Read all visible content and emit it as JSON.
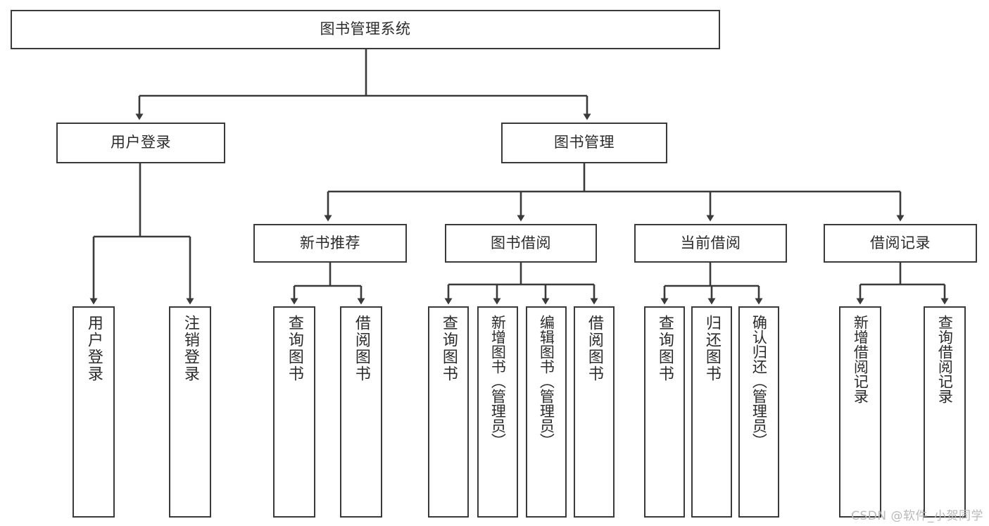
{
  "diagram": {
    "title": "图书管理系统",
    "type": "tree-hierarchy-chart",
    "root": {
      "label": "图书管理系统"
    },
    "level2": [
      {
        "label": "用户登录"
      },
      {
        "label": "图书管理"
      }
    ],
    "level3": [
      {
        "label": "新书推荐"
      },
      {
        "label": "图书借阅"
      },
      {
        "label": "当前借阅"
      },
      {
        "label": "借阅记录"
      }
    ],
    "leaves": {
      "user_login": [
        {
          "label": "用户登录"
        },
        {
          "label": "注销登录"
        }
      ],
      "new_book_recommend": [
        {
          "label": "查询图书"
        },
        {
          "label": "借阅图书"
        }
      ],
      "book_borrow": [
        {
          "label": "查询图书"
        },
        {
          "label": "新增图书（管理员）"
        },
        {
          "label": "编辑图书（管理员）"
        },
        {
          "label": "借阅图书"
        }
      ],
      "current_borrow": [
        {
          "label": "查询图书"
        },
        {
          "label": "归还图书"
        },
        {
          "label": "确认归还（管理员）"
        }
      ],
      "borrow_record": [
        {
          "label": "新增借阅记录"
        },
        {
          "label": "查询借阅记录"
        }
      ]
    }
  },
  "watermark": {
    "text": "CSDN @软件_小贺同学"
  },
  "colors": {
    "box_border": "#3a3a3a",
    "box_fill": "#ffffff",
    "line": "#3a3a3a",
    "text": "#2b2b2b",
    "watermark": "#b9b9b9"
  }
}
